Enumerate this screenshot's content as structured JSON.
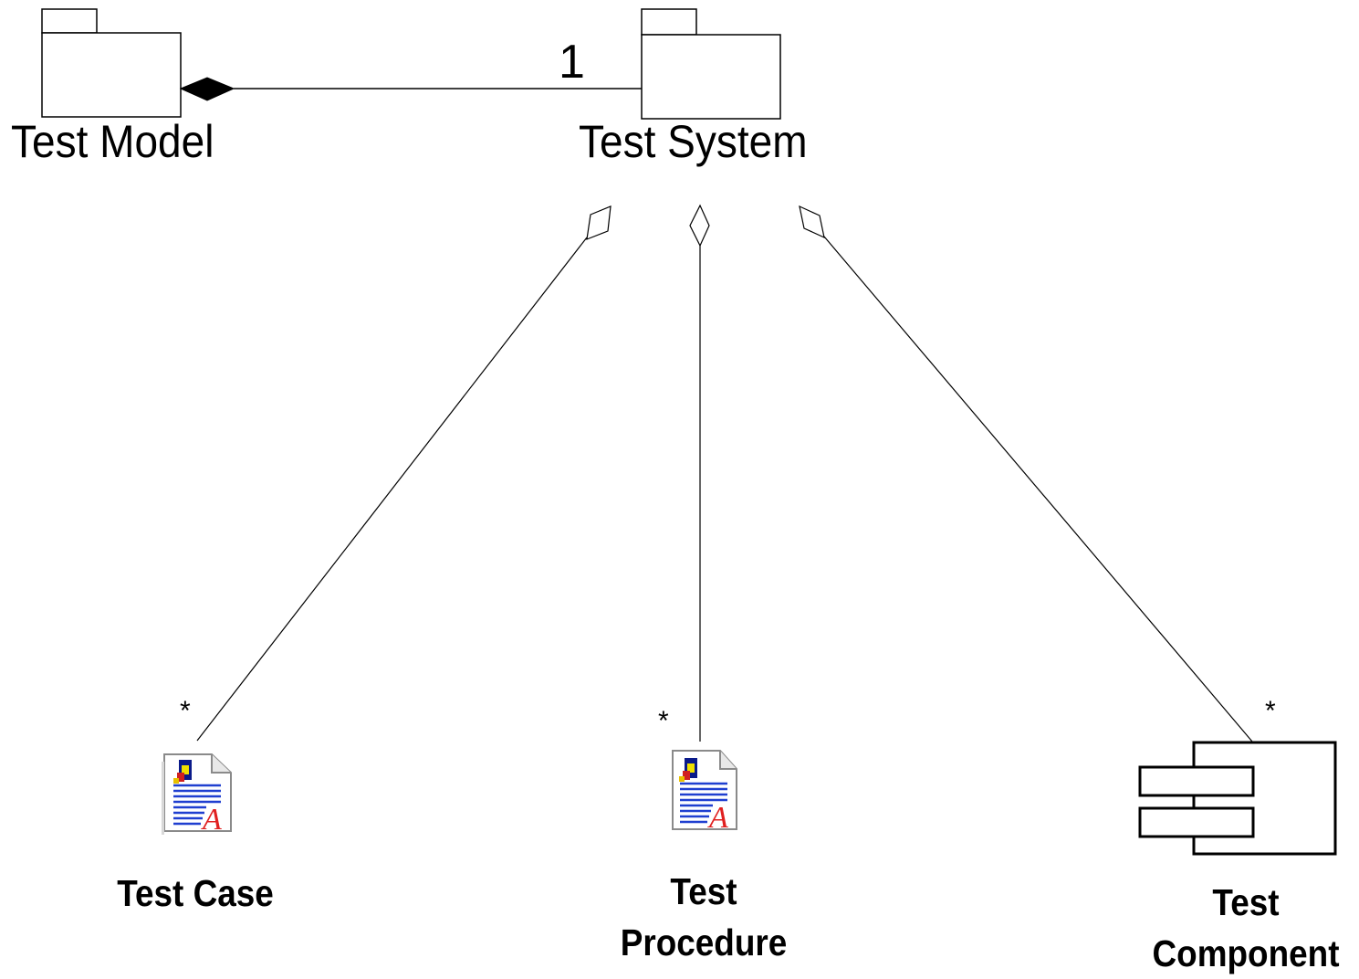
{
  "packages": {
    "test_model": {
      "name": "Test Model"
    },
    "test_system": {
      "name": "Test System"
    }
  },
  "elements": {
    "test_case": {
      "name": "Test Case",
      "icon": "document-icon"
    },
    "test_procedure": {
      "line1": "Test",
      "line2": "Procedure",
      "icon": "document-icon"
    },
    "test_component": {
      "line1": "Test",
      "line2": "Component",
      "icon": "component-icon"
    }
  },
  "associations": {
    "model_system": {
      "kind": "composition",
      "multiplicity": "1"
    },
    "system_case": {
      "kind": "aggregation",
      "multiplicity": "*"
    },
    "system_procedure": {
      "kind": "aggregation",
      "multiplicity": "*"
    },
    "system_component": {
      "kind": "aggregation",
      "multiplicity": "*"
    }
  },
  "colors": {
    "line": "#000000",
    "doc_text_lines": "#1f3fd0",
    "doc_letter": "#e02020",
    "doc_yellow": "#f0e000"
  }
}
